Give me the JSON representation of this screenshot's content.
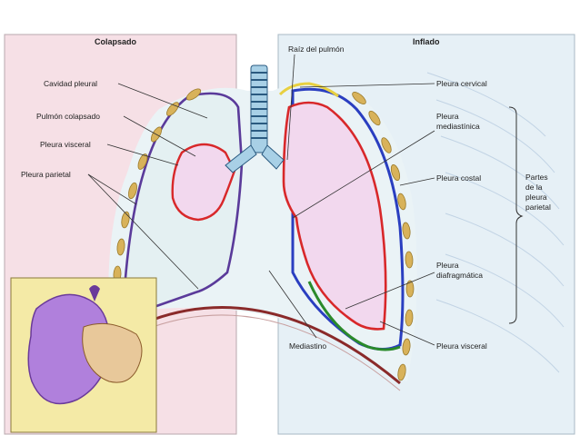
{
  "headers": {
    "left": "Colapsado",
    "right": "Inflado"
  },
  "labels": {
    "cavidad_pleural": "Cavidad pleural",
    "pulmon_colapsado": "Pulmón colapsado",
    "pleura_visceral_left": "Pleura visceral",
    "pleura_parietal": "Pleura parietal",
    "raiz_pulmon": "Raíz del pulmón",
    "pleura_cervical": "Pleura cervical",
    "pleura_mediastinica_1": "Pleura",
    "pleura_mediastinica_2": "mediastínica",
    "pleura_costal": "Pleura costal",
    "pleura_diafragmatica_1": "Pleura",
    "pleura_diafragmatica_2": "diafragmática",
    "mediastino": "Mediastino",
    "pleura_visceral_right": "Pleura visceral",
    "partes_1": "Partes",
    "partes_2": "de la",
    "partes_3": "pleura",
    "partes_4": "parietal"
  },
  "colors": {
    "left_panel_bg": "#f6e0e6",
    "right_panel_bg": "#e6f0f6",
    "cavity_fill": "#e4f0f2",
    "lung_fill": "#f2d8ee",
    "pleura_red": "#d8282a",
    "pleura_blue": "#2a3ec0",
    "pleura_purple": "#5a3a9a",
    "pleura_yellow": "#e8d040",
    "pleura_green": "#2a8a2a",
    "rib_fill": "#d8b25a",
    "diaphragm": "#8a2a2a",
    "trachea": "#4a8ab0",
    "inset_bg": "#f4eaa6",
    "balloon": "#b080dc"
  }
}
